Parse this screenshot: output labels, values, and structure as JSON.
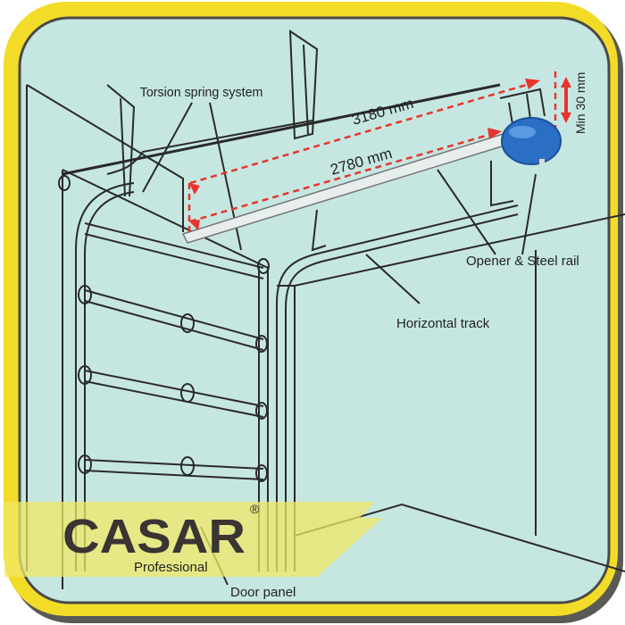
{
  "labels": {
    "torsion_spring": "Torsion spring system",
    "length_outer": "3180 mm",
    "length_inner": "2780 mm",
    "min_clearance": "Min 30 mm",
    "opener_rail": "Opener & Steel rail",
    "horizontal_track": "Horizontal track",
    "door_panel": "Door panel"
  },
  "logo": {
    "brand": "CASAR",
    "tagline": "Professional",
    "registered": "®"
  },
  "colors": {
    "frame_yellow": "#f2dc28",
    "background": "#c6e7e1",
    "dimension_red": "#e8332e",
    "opener_blue": "#2b6fc4",
    "line": "#2a2a2a"
  }
}
